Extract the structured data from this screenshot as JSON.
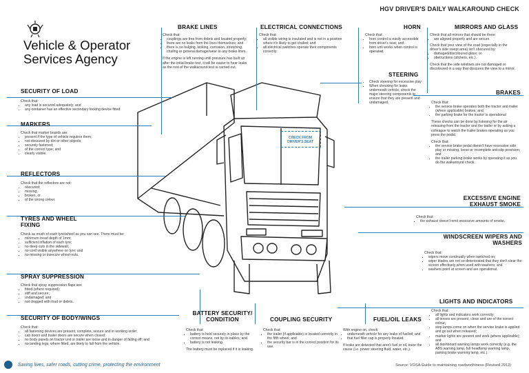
{
  "header": {
    "agency_lines": [
      "Vehicle & Operator",
      "Services Agency"
    ],
    "title": "HGV DRIVER'S DAILY WALKAROUND CHECK"
  },
  "center_label": "CHECK FROM DRIVER'S SEAT",
  "sections": {
    "brake_lines": {
      "title": "BRAKE LINES",
      "intro": "Check that:",
      "items": [
        "couplings are free from debris and located properly;",
        "there are no leaks from the lines themselves; and",
        "there is no bulging, kinking, corrosion, stretching, chafing or general damage/wear to any brake lines."
      ],
      "note": "If the engine is left running until pressure has built up after the initial brake test, it will be easier to hear leaks as the rest of the walkaround test is carried out."
    },
    "electrical": {
      "title": "ELECTRICAL CONNECTIONS",
      "intro": "Check that:",
      "items": [
        "all visible wiring is insulated and is not in a position where it's likely to get chafed; and",
        "all electrical switches operate their components correctly."
      ]
    },
    "horn": {
      "title": "HORN",
      "intro": "Check that:",
      "items": [
        "horn control is easily accessible from driver's seat; and",
        "horn unit works when control is operated."
      ]
    },
    "mirrors": {
      "title": "MIRRORS AND GLASS",
      "intro": "Check that all mirrors that should be there:",
      "items": [
        "are aligned properly and are secure."
      ],
      "extra": "Check that your view of the road (especially in the driver's side swept area) isn't obscured by:",
      "extra_items": [
        "damaged/discoloured glass; or",
        "obstructions (stickers, etc.)."
      ],
      "note": "Check that the side windows are not damaged or discoloured in a way that obscures the view to a mirror."
    },
    "steering": {
      "title": "STEERING",
      "items": [
        "Check steering for excessive play",
        "When checking for leaks underneath vehicle, check the major steering components to ensure that they are present and undamaged."
      ]
    },
    "brakes": {
      "title": "BRAKES",
      "intro": "Check that:",
      "items": [
        "the service brake operates both the tractor and trailer (where applicable) brakes; and",
        "the parking brake for the tractor is operational"
      ],
      "note": "These checks can be done by listening for the air releasing from the tractor and the trailer or by asking a colleague to watch the trailer brakes operating as you press the pedal.",
      "intro2": "Check that:",
      "items2": [
        "the service brake pedal doesn't have excessive side play or missing, loose or incomplete anti-slip provision; and",
        "the trailer parking brake works by operating it as you do the walkaround check."
      ]
    },
    "exhaust": {
      "title_lines": [
        "EXCESSIVE ENGINE",
        "EXHAUST SMOKE"
      ],
      "text": "Check that:",
      "items": [
        "the exhaust doesn't emit excessive amounts of smoke."
      ]
    },
    "wipers": {
      "title": "WINDSCREEN WIPERS AND WASHERS",
      "intro": "Check that:",
      "items": [
        "wipers move continually when switched on;",
        "wiper blades are not so deteriorated that they don't clear the screen effectively when used with washers; and",
        "washers point at screen and are operational."
      ]
    },
    "lights": {
      "title": "LIGHTS AND INDICATORS",
      "intro": "Check that:",
      "items": [
        "all lights and indicators work correctly;",
        "all lenses are present, clean and are of the correct colour;",
        "stop lamps come on when the service brake is applied and go out when released;",
        "marker lights are present and work (where applicable); and",
        "all dashboard warning lamps work correctly (e.g. the ABS warning lamp, full headlamp warning lamp, parking brake warning lamp, etc.)."
      ]
    },
    "security_load": {
      "title": "SECURITY OF LOAD",
      "intro": "Check that:",
      "items": [
        "any load is secured adequately; and",
        "any container has an effective secondary locking device fitted."
      ]
    },
    "markers": {
      "title": "MARKERS",
      "intro": "Check that marker boards are:",
      "items": [
        "present if the type of vehicle requires them;",
        "not obscured by dirt or other objects;",
        "securely fastened;",
        "of the correct type; and",
        "clearly visible."
      ]
    },
    "reflectors": {
      "title": "REFLECTORS",
      "intro": "Check that the reflectors are not:",
      "items": [
        "obscured;",
        "missing;",
        "broken, or",
        "of the wrong colour."
      ]
    },
    "tyres": {
      "title_lines": [
        "TYRES AND WHEEL",
        "FIXING"
      ],
      "intro": "Check as much of each tyre/wheel as you can see. There must be:",
      "items": [
        "minimum tread depth of 1mm;",
        "sufficient inflation of each tyre;",
        "no deep cuts in the sidewall;",
        "no cord visible anywhere on tyre; and",
        "no missing or insecure wheel-nuts."
      ]
    },
    "spray": {
      "title": "SPRAY SUPPRESSION",
      "intro": "Check that spray suppression flaps are:",
      "items": [
        "fitted (where required);",
        "stiff and secure;",
        "undamaged; and",
        "not clogged with mud or debris."
      ]
    },
    "body": {
      "title": "SECURITY OF BODY/WINGS",
      "intro": "Check that:",
      "items": [
        "all fastening devices are present, complete, secure and in working order;",
        "cab doors and trailer doors are secure when closed;",
        "no body panels on tractor unit or trailer are loose and in danger of falling off; and",
        "no landing legs, where fitted, are likely to fall from the vehicle."
      ]
    },
    "battery": {
      "title_lines": [
        "BATTERY SECURITY/",
        "CONDITION"
      ],
      "intro": "Check that:",
      "items": [
        "battery is held securely in place by the correct means, not by its cables; and",
        "battery is not leaking."
      ],
      "note": "The battery must be replaced if it is leaking."
    },
    "coupling": {
      "title": "COUPLING SECURITY",
      "intro": "Check that:",
      "items": [
        "the trailer (if applicable) is located correctly in the fifth wheel; and",
        "the security bar is in the correct position for its use."
      ]
    },
    "fuel": {
      "title": "FUEL/OIL LEAKS",
      "intro": "With engine on, check:",
      "items": [
        "underneath vehicle for any leaks of fuel/oil; and",
        "that fuel filler cap is properly located."
      ],
      "note": "If leaks are detected that aren't fuel or oil, trace the cause (i.e. power steering fluid, water, etc.)."
    }
  },
  "footer": {
    "slogan": "Saving lives, safer roads, cutting crime, protecting the environment",
    "source": "Source: VOSA Guide to maintaining roadworthiness (Revised 2013)"
  },
  "colors": {
    "accent": "#2b7fb8",
    "footer": "#1f5f8b"
  }
}
